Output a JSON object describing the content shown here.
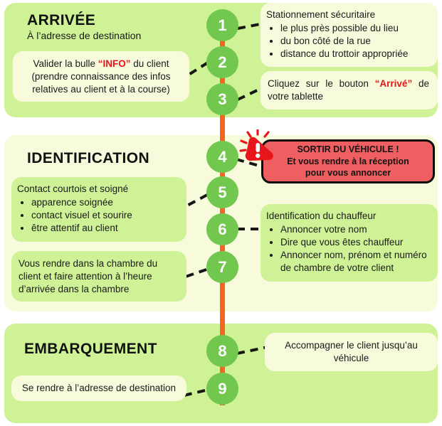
{
  "document": {
    "kind": "process-flowchart",
    "language": "fr"
  },
  "colors": {
    "section_green": "#cef295",
    "section_cream": "#f7fbdc",
    "node_green": "#72c74e",
    "timeline_orange": "#f4651f",
    "warning_red": "#ef5e60",
    "highlight_red": "#e8151b",
    "outline_black": "#0d0d0d"
  },
  "sections": [
    {
      "id": "arrivee",
      "title": "ARRIVÉE",
      "subtitle": "À l’adresse de destination",
      "background": "green"
    },
    {
      "id": "identification",
      "title": "IDENTIFICATION",
      "subtitle": "",
      "background": "cream"
    },
    {
      "id": "embarquement",
      "title": "EMBARQUEMENT",
      "subtitle": "",
      "background": "green"
    }
  ],
  "steps": [
    {
      "number": "1",
      "side": "right",
      "section": "arrivee"
    },
    {
      "number": "2",
      "side": "left",
      "section": "arrivee"
    },
    {
      "number": "3",
      "side": "right",
      "section": "arrivee"
    },
    {
      "number": "4",
      "side": "right",
      "section": "identification"
    },
    {
      "number": "5",
      "side": "left",
      "section": "identification"
    },
    {
      "number": "6",
      "side": "right",
      "section": "identification"
    },
    {
      "number": "7",
      "side": "left",
      "section": "identification"
    },
    {
      "number": "8",
      "side": "right",
      "section": "embarquement"
    },
    {
      "number": "9",
      "side": "left",
      "section": "embarquement"
    }
  ],
  "boxes": {
    "step1": {
      "heading": "Stationnement sécuritaire",
      "bullets": [
        "le plus près possible du lieu",
        "du bon côté de la rue",
        "distance du trottoir appropriée"
      ]
    },
    "step2": {
      "line1_a": "Valider la bulle ",
      "line1_hl": "“INFO”",
      "line1_b": " du client",
      "line2": "(prendre connaissance des infos",
      "line3": "relatives au client et à la course)"
    },
    "step3": {
      "text_a": "Cliquez sur le bouton ",
      "text_hl": "“Arrivé”",
      "text_b": " de votre tablette"
    },
    "step5": {
      "heading": "Contact courtois et soigné",
      "bullets": [
        "apparence soignée",
        "contact visuel et sourire",
        "être attentif au client"
      ]
    },
    "step6": {
      "heading": "Identification du chauffeur",
      "bullets": [
        "Annoncer votre nom",
        "Dire que vous êtes chauffeur",
        "Annoncer nom, prénom et numéro de chambre de votre client"
      ]
    },
    "step7": {
      "text": "Vous rendre dans la chambre du client et faire attention à l’heure d’arrivée dans la chambre"
    },
    "step8": {
      "text": "Accompagner le client jusqu’au véhicule"
    },
    "step9": {
      "text": "Se rendre à l’adresse de destination"
    }
  },
  "warning": {
    "icon": "exclamation-triangle-icon",
    "line1": "SORTIR DU VÉHICULE !",
    "line2": "Et vous rendre à la réception",
    "line3": "pour vous annoncer"
  }
}
